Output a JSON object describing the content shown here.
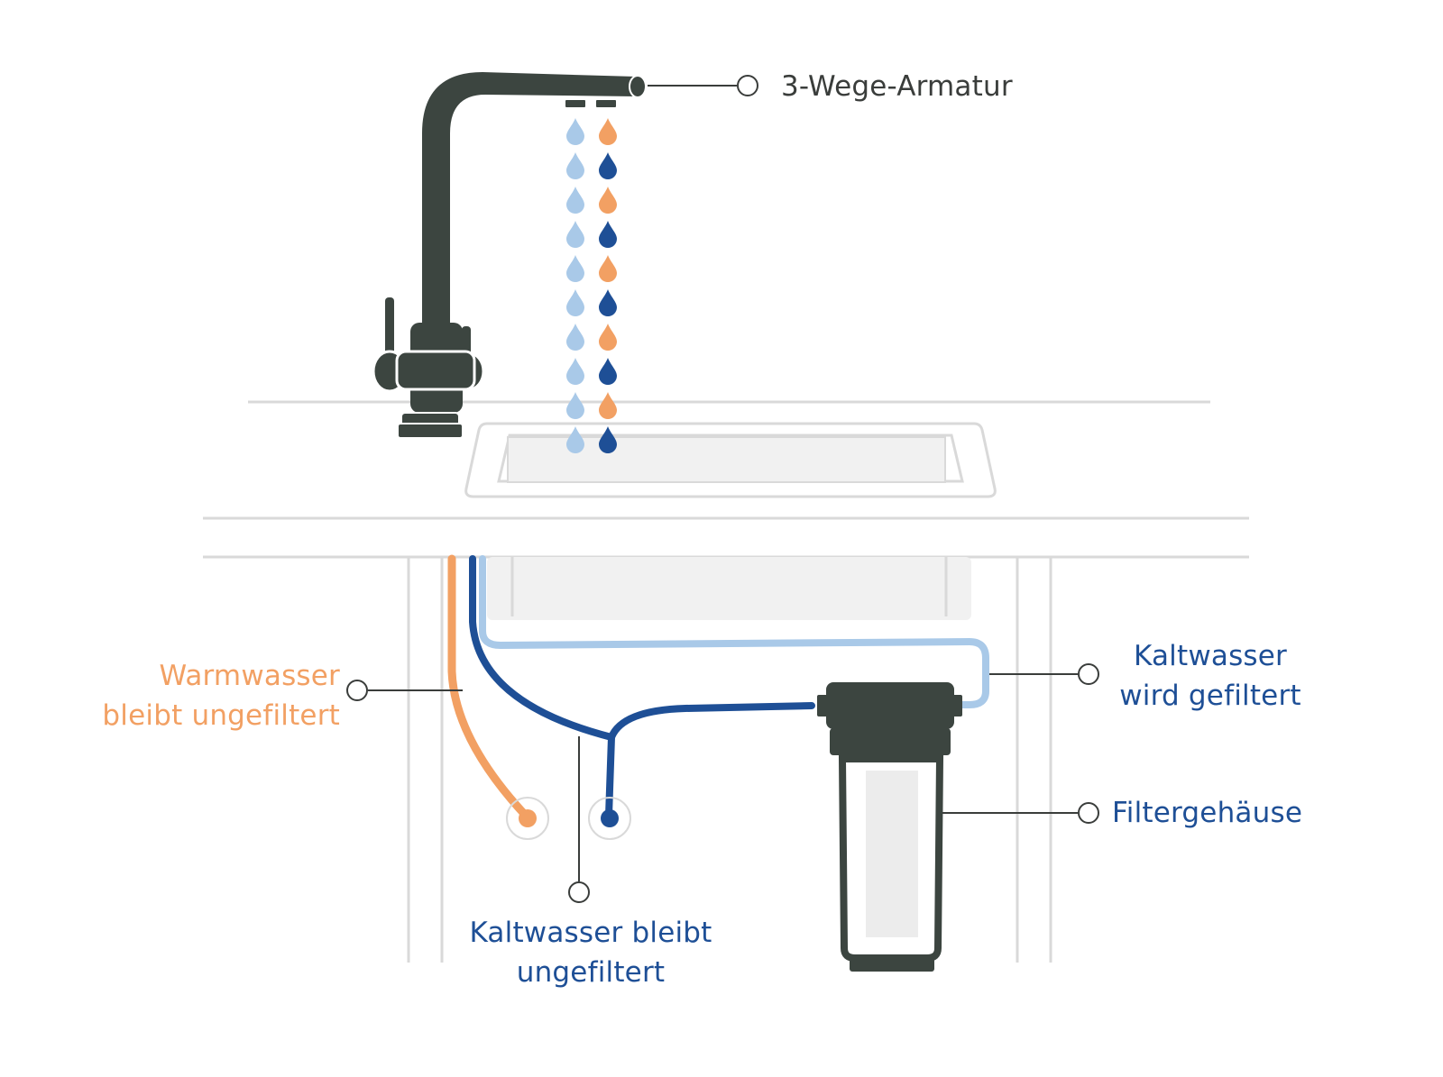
{
  "labels": {
    "faucet": "3-Wege-Armatur",
    "warm_line1": "Warmwasser",
    "warm_line2": "bleibt ungefiltert",
    "cold_filtered_line1": "Kaltwasser",
    "cold_filtered_line2": "wird gefiltert",
    "housing": "Filtergehäuse",
    "cold_unfiltered_line1": "Kaltwasser bleibt",
    "cold_unfiltered_line2": "ungefiltert"
  },
  "colors": {
    "faucet": "#3c4540",
    "outline": "#d9d9d9",
    "warm": "#f2a063",
    "cold": "#1e4f96",
    "filtered": "#a9c9e8",
    "text_dark": "#3a3d3b"
  }
}
